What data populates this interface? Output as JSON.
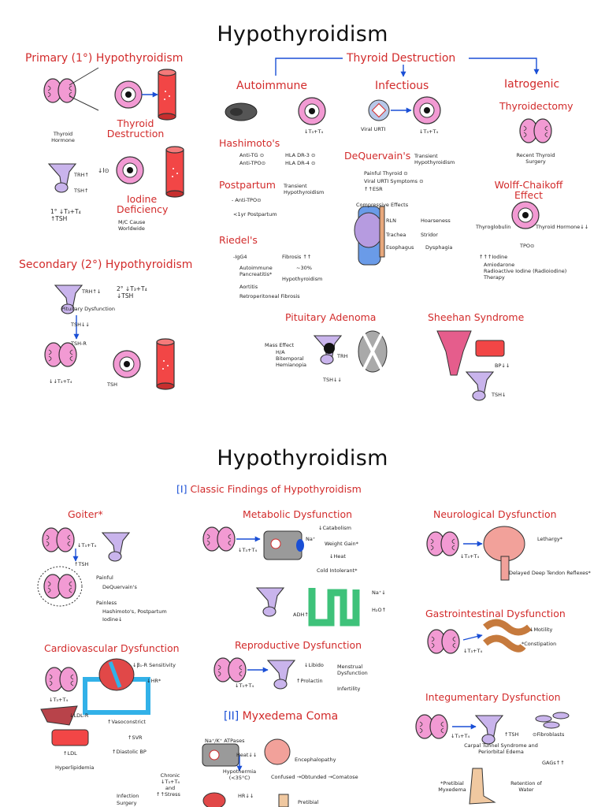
{
  "page1": {
    "title": "Hypothyroidism",
    "primary": {
      "heading": "Primary (1°) Hypothyroidism",
      "thyroid_destruction": "Thyroid Destruction",
      "thyroid_hormone": "Thyroid Hormone",
      "trh": "TRH↑",
      "tsh": "TSH↑",
      "iodine": "↓I⊙",
      "iodine_def": "Iodine Deficiency",
      "mc_cause": "M/C Cause Worldwide",
      "summary": "1° ↓T₃+T₄ ↑TSH"
    },
    "secondary": {
      "heading": "Secondary (2°) Hypothyroidism",
      "trh": "TRH↑↓",
      "summary": "2° ↓T₃+T₄ ↓TSH",
      "pit": "Pituitary Dysfunction",
      "tsh": "TSH↓↓",
      "tshr": "TSH-R",
      "t3t4": "↓↓T₃+T₄",
      "tsh2": "TSH"
    },
    "destruction": {
      "heading": "Thyroid Destruction",
      "autoimmune": "Autoimmune",
      "infectious": "Infectious",
      "iatrogenic": "Iatrogenic",
      "t3t4": "↓T₃+T₄",
      "viral": "Viral URTI",
      "hashimoto": "Hashimoto's",
      "anti_tg": "Anti-TG ⊙",
      "anti_tpo": "Anti-TPO⊙",
      "hla3": "HLA DR-3 ⊙",
      "hla4": "HLA DR-4 ⊙",
      "postpartum": "Postpartum",
      "pp_anti": "- Anti-TPO⊙",
      "pp_transient": "Transient Hypothyroidism",
      "pp_time": "<1yr Postpartum",
      "riedel": "Riedel's",
      "igg4": "-IgG4",
      "fibrosis": "Fibrosis ↑↑",
      "r_items": [
        "Autoimmune Pancreatitis*",
        "Aortitis",
        "Retroperitoneal Fibrosis"
      ],
      "r_30": "~30%",
      "r_hypo": "Hypothyroidism",
      "dequervain": "DeQuervain's",
      "dq_transient": "Transient Hypothyroidism",
      "dq_items": [
        "Painful Thyroid ⊙",
        "Viral URTI Symptoms ⊙",
        "↑↑ESR"
      ],
      "compressive": "Compressive Effects",
      "c_rln": "RLN",
      "c_hoarse": "Hoarseness",
      "c_trachea": "Trachea",
      "c_stridor": "Stridor",
      "c_eso": "Esophagus",
      "c_dys": "Dysphagia",
      "thyroidectomy": "Thyroidectomy",
      "recent": "Recent Thyroid Surgery",
      "wolff": "Wolff-Chaikoff Effect",
      "thyroglobulin": "Thyroglobulin",
      "thyroid_hormone": "Thyroid Hormone↓↓",
      "tpo": "TPO⊙",
      "w_items": [
        "↑↑↑Iodine",
        "Amiodarone",
        "Radioactive Iodine (Radioiodine) Therapy"
      ]
    },
    "adenoma": {
      "heading": "Pituitary Adenoma",
      "mass": "Mass Effect",
      "ha": "H/A",
      "bitemporal": "Bitemporal Hemianopia",
      "trh": "TRH",
      "tsh": "TSH↓↓"
    },
    "sheehan": {
      "heading": "Sheehan Syndrome",
      "bp": "BP↓↓",
      "tsh": "TSH↓"
    }
  },
  "page2": {
    "title": "Hypothyroidism",
    "section1_num": "[I]",
    "section1": "Classic Findings of Hypothyroidism",
    "goiter": {
      "heading": "Goiter*",
      "t3t4": "↓T₃+T₄",
      "tsh": "↑TSH",
      "painful": "Painful",
      "painful_item": "DeQuervain's",
      "painless": "Painless",
      "painless_item": "Hashimoto's, Postpartum",
      "iodine": "Iodine↓"
    },
    "metabolic": {
      "heading": "Metabolic Dysfunction",
      "t3t4": "↓T₃+T₄",
      "na": "Na⁺",
      "catabolism": "↓Catabolism",
      "weight": "Weight Gain*",
      "heat": "↓Heat",
      "cold": "Cold Intolerant*",
      "adh": "ADH↑",
      "na2": "Na⁺↓",
      "h2o": "H₂O↑"
    },
    "neuro": {
      "heading": "Neurological Dysfunction",
      "t3t4": "↓T₃+T₄",
      "lethargy": "Lethargy*",
      "reflex": "Delayed Deep Tendon Reflexes*"
    },
    "gi": {
      "heading": "Gastrointestinal Dysfunction",
      "t3t4": "↓T₃+T₄",
      "motility": "↓Motility",
      "constipation": "*Constipation"
    },
    "cardio": {
      "heading": "Cardiovascular Dysfunction",
      "b1": "↓β₁-R Sensitivity",
      "hr": "↓HR*",
      "t3t4": "↓T₃+T₄",
      "ldlr": "↓LDL-R",
      "vaso": "↑Vasoconstrict",
      "svr": "↑SVR",
      "diastolic": "↑Diastolic BP",
      "ldl": "↑LDL",
      "hyperlip": "Hyperlipidemia"
    },
    "repro": {
      "heading": "Reproductive Dysfunction",
      "t3t4": "↓T₃+T₄",
      "libido": "↓Libido",
      "prolactin": "↑Prolactin",
      "menstrual": "Menstrual Dysfunction",
      "infertility": "Infertility"
    },
    "integ": {
      "heading": "Integumentary Dysfunction",
      "t3t4": "↓T₃+T₄",
      "tsh": "↑TSH",
      "fibro": "⊙Fibroblasts",
      "carpal": "Carpal Tunnel Syndrome and Periorbital Edema",
      "gags": "GAGs↑↑",
      "pretibial": "*Pretibial Myxedema",
      "retention": "Retention of Water"
    },
    "section2_num": "[II]",
    "section2": "Myxedema Coma",
    "myx": {
      "atpase": "Na⁺/K⁺ ATPases",
      "heat": "Heat↓↓",
      "hypothermia": "Hypothermia (<35°C)",
      "enceph": "Encephalopathy",
      "progress": "Confused →Obtunded →Comatose",
      "chronic": "Chronic ↓T₃+T₄ and",
      "stress": "↑↑Stress",
      "infection": "Infection",
      "surgery": "Surgery",
      "hr": "HR↓↓",
      "pretibial": "Pretibial"
    }
  }
}
